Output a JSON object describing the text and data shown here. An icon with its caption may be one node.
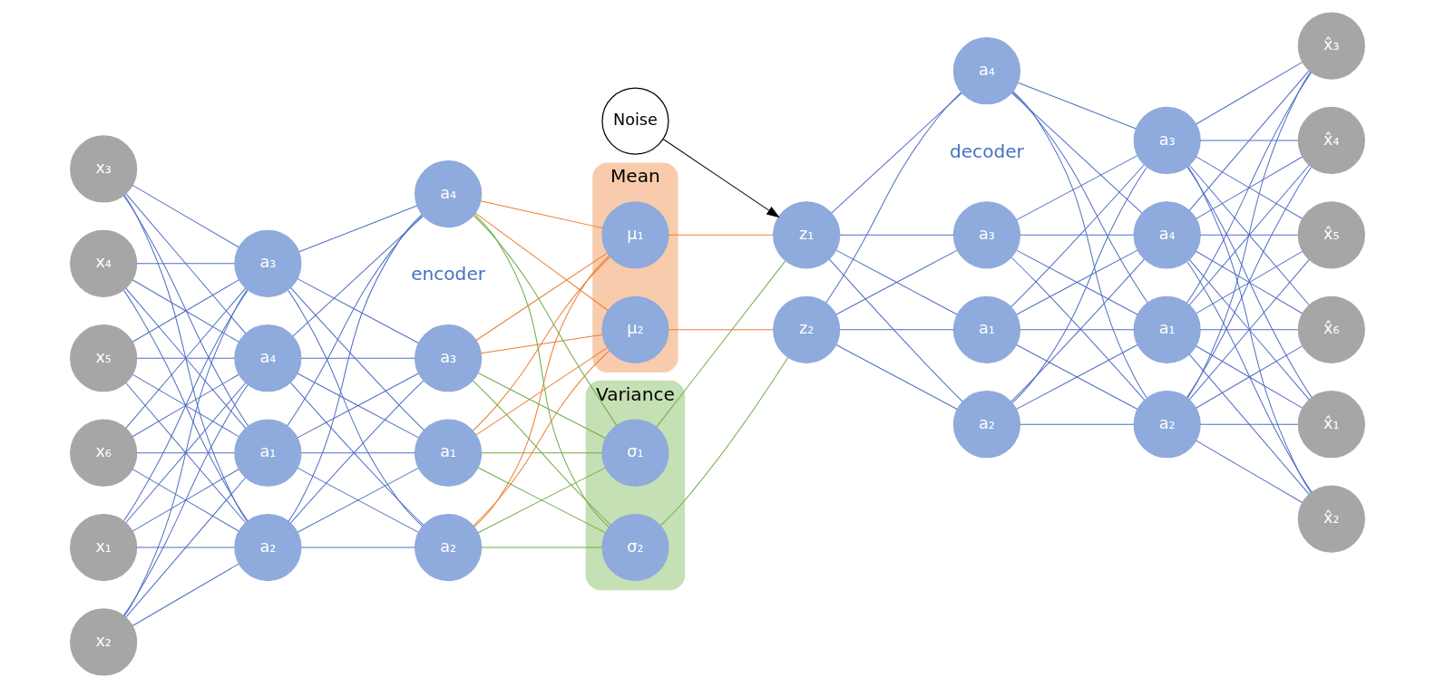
{
  "diagram": {
    "nodes": [
      {
        "text": [
          "x₁"
        ]
      },
      {
        "text": [
          "x₂"
        ]
      },
      {
        "text": [
          "x₃"
        ]
      },
      {
        "text": [
          "x₄"
        ]
      },
      {
        "text": [
          "x₅"
        ]
      },
      {
        "text": [
          "x₆"
        ]
      },
      {
        "text": [
          "a₁"
        ]
      },
      {
        "text": [
          "a₂"
        ]
      },
      {
        "text": [
          "a₃"
        ]
      },
      {
        "text": [
          "a₄"
        ]
      },
      {
        "text": [
          "a₁"
        ]
      },
      {
        "text": [
          "a₂"
        ]
      },
      {
        "text": [
          "a₃"
        ]
      },
      {
        "text": [
          "a₄"
        ]
      },
      {
        "text": [
          "Mean"
        ]
      },
      {
        "text": [
          "μ₁"
        ],
        "in": 14
      },
      {
        "text": [
          "μ₂"
        ],
        "in": 14
      },
      {
        "text": [
          "Variance"
        ]
      },
      {
        "text": [
          "σ₁"
        ],
        "in": 17
      },
      {
        "text": [
          "σ₂"
        ],
        "in": 17
      },
      {
        "text": [
          "Noise"
        ]
      },
      {
        "text": [
          "z₁"
        ]
      },
      {
        "text": [
          "z₂"
        ]
      },
      {
        "text": [
          "a₁"
        ]
      },
      {
        "text": [
          "a₂"
        ]
      },
      {
        "text": [
          "a₃"
        ]
      },
      {
        "text": [
          "a₄"
        ]
      },
      {
        "text": [
          "a₁"
        ]
      },
      {
        "text": [
          "a₂"
        ]
      },
      {
        "text": [
          "a₃"
        ]
      },
      {
        "text": [
          "a₄"
        ]
      },
      {
        "text": [
          "x̂₁"
        ]
      },
      {
        "text": [
          "x̂₂"
        ]
      },
      {
        "text": [
          "x̂₃"
        ]
      },
      {
        "text": [
          "x̂₄"
        ]
      },
      {
        "text": [
          "x̂₅"
        ]
      },
      {
        "text": [
          "x̂₆"
        ]
      }
    ],
    "edges": [
      {
        "from": 0,
        "to": 6,
        "arrow": "none"
      },
      {
        "from": 0,
        "to": 7,
        "arrow": "none"
      },
      {
        "from": 0,
        "to": 8,
        "arrow": "none"
      },
      {
        "from": 0,
        "to": 9,
        "arrow": "none"
      },
      {
        "from": 1,
        "to": 6,
        "arrow": "none"
      },
      {
        "from": 1,
        "to": 7,
        "arrow": "none"
      },
      {
        "from": 1,
        "to": 8,
        "arrow": "none"
      },
      {
        "from": 1,
        "to": 9,
        "arrow": "none"
      },
      {
        "from": 2,
        "to": 6,
        "arrow": "none"
      },
      {
        "from": 2,
        "to": 7,
        "arrow": "none"
      },
      {
        "from": 2,
        "to": 8,
        "arrow": "none"
      },
      {
        "from": 2,
        "to": 9,
        "arrow": "none"
      },
      {
        "from": 3,
        "to": 6,
        "arrow": "none"
      },
      {
        "from": 3,
        "to": 7,
        "arrow": "none"
      },
      {
        "from": 3,
        "to": 8,
        "arrow": "none"
      },
      {
        "from": 3,
        "to": 9,
        "arrow": "none"
      },
      {
        "from": 4,
        "to": 6,
        "arrow": "none"
      },
      {
        "from": 4,
        "to": 7,
        "arrow": "none"
      },
      {
        "from": 4,
        "to": 8,
        "arrow": "none"
      },
      {
        "from": 4,
        "to": 9,
        "arrow": "none"
      },
      {
        "from": 5,
        "to": 6,
        "arrow": "none"
      },
      {
        "from": 5,
        "to": 7,
        "arrow": "none"
      },
      {
        "from": 5,
        "to": 8,
        "arrow": "none"
      },
      {
        "from": 5,
        "to": 9,
        "arrow": "none"
      },
      {
        "from": 6,
        "to": 10,
        "arrow": "none"
      },
      {
        "from": 6,
        "to": 11,
        "arrow": "none"
      },
      {
        "from": 6,
        "to": 12,
        "arrow": "none"
      },
      {
        "from": 6,
        "to": 13,
        "arrow": "none"
      },
      {
        "from": 7,
        "to": 10,
        "arrow": "none"
      },
      {
        "from": 7,
        "to": 11,
        "arrow": "none"
      },
      {
        "from": 7,
        "to": 12,
        "arrow": "none"
      },
      {
        "from": 7,
        "to": 13,
        "arrow": "none"
      },
      {
        "from": 8,
        "to": 10,
        "arrow": "none"
      },
      {
        "from": 8,
        "to": 11,
        "arrow": "none"
      },
      {
        "from": 8,
        "to": 12,
        "arrow": "none"
      },
      {
        "from": 8,
        "to": 13,
        "arrow": "none"
      },
      {
        "from": 9,
        "to": 10,
        "arrow": "none"
      },
      {
        "from": 9,
        "to": 11,
        "arrow": "none"
      },
      {
        "from": 9,
        "to": 12,
        "arrow": "none"
      },
      {
        "from": 9,
        "to": 13,
        "arrow": "none"
      },
      {
        "from": 10,
        "to": 15,
        "arrow": "none",
        "color": "#ed7d31"
      },
      {
        "from": 10,
        "to": 16,
        "arrow": "none",
        "color": "#ed7d31"
      },
      {
        "from": 10,
        "to": 18,
        "arrow": "none",
        "color": "#70ad47"
      },
      {
        "from": 10,
        "to": 19,
        "arrow": "none",
        "color": "#70ad47"
      },
      {
        "from": 11,
        "to": 15,
        "arrow": "none",
        "color": "#ed7d31"
      },
      {
        "from": 11,
        "to": 16,
        "arrow": "none",
        "color": "#ed7d31"
      },
      {
        "from": 11,
        "to": 18,
        "arrow": "none",
        "color": "#70ad47"
      },
      {
        "from": 11,
        "to": 19,
        "arrow": "none",
        "color": "#70ad47"
      },
      {
        "from": 12,
        "to": 15,
        "arrow": "none",
        "color": "#ed7d31"
      },
      {
        "from": 12,
        "to": 16,
        "arrow": "none",
        "color": "#ed7d31"
      },
      {
        "from": 12,
        "to": 18,
        "arrow": "none",
        "color": "#70ad47"
      },
      {
        "from": 12,
        "to": 19,
        "arrow": "none",
        "color": "#70ad47"
      },
      {
        "from": 13,
        "to": 15,
        "arrow": "none",
        "color": "#ed7d31"
      },
      {
        "from": 13,
        "to": 16,
        "arrow": "none",
        "color": "#ed7d31"
      },
      {
        "from": 13,
        "to": 18,
        "arrow": "none",
        "color": "#70ad47"
      },
      {
        "from": 13,
        "to": 19,
        "arrow": "none",
        "color": "#70ad47"
      },
      {
        "from": 15,
        "to": 21,
        "arrow": "none",
        "color": "#ed7d31"
      },
      {
        "from": 16,
        "to": 22,
        "arrow": "none",
        "color": "#ed7d31"
      },
      {
        "from": 18,
        "to": 21,
        "arrow": "none",
        "color": "#70ad47"
      },
      {
        "from": 19,
        "to": 22,
        "arrow": "none",
        "color": "#70ad47"
      },
      {
        "from": 20,
        "to": 21,
        "arrow": "to",
        "color": "#000000"
      },
      {
        "from": 21,
        "to": 23,
        "arrow": "none"
      },
      {
        "from": 21,
        "to": 24,
        "arrow": "none"
      },
      {
        "from": 21,
        "to": 25,
        "arrow": "none"
      },
      {
        "from": 21,
        "to": 26,
        "arrow": "none"
      },
      {
        "from": 22,
        "to": 23,
        "arrow": "none"
      },
      {
        "from": 22,
        "to": 24,
        "arrow": "none"
      },
      {
        "from": 22,
        "to": 25,
        "arrow": "none"
      },
      {
        "from": 22,
        "to": 26,
        "arrow": "none"
      },
      {
        "from": 23,
        "to": 27,
        "arrow": "none"
      },
      {
        "from": 23,
        "to": 28,
        "arrow": "none"
      },
      {
        "from": 23,
        "to": 29,
        "arrow": "none"
      },
      {
        "from": 23,
        "to": 30,
        "arrow": "none"
      },
      {
        "from": 24,
        "to": 27,
        "arrow": "none"
      },
      {
        "from": 24,
        "to": 28,
        "arrow": "none"
      },
      {
        "from": 24,
        "to": 29,
        "arrow": "none"
      },
      {
        "from": 24,
        "to": 30,
        "arrow": "none"
      },
      {
        "from": 25,
        "to": 27,
        "arrow": "none"
      },
      {
        "from": 25,
        "to": 28,
        "arrow": "none"
      },
      {
        "from": 25,
        "to": 29,
        "arrow": "none"
      },
      {
        "from": 25,
        "to": 30,
        "arrow": "none"
      },
      {
        "from": 26,
        "to": 27,
        "arrow": "none"
      },
      {
        "from": 26,
        "to": 28,
        "arrow": "none"
      },
      {
        "from": 26,
        "to": 29,
        "arrow": "none"
      },
      {
        "from": 26,
        "to": 30,
        "arrow": "none"
      },
      {
        "from": 27,
        "to": 31,
        "arrow": "none"
      },
      {
        "from": 27,
        "to": 32,
        "arrow": "none"
      },
      {
        "from": 27,
        "to": 33,
        "arrow": "none"
      },
      {
        "from": 27,
        "to": 34,
        "arrow": "none"
      },
      {
        "from": 27,
        "to": 35,
        "arrow": "none"
      },
      {
        "from": 27,
        "to": 36,
        "arrow": "none"
      },
      {
        "from": 28,
        "to": 31,
        "arrow": "none"
      },
      {
        "from": 28,
        "to": 32,
        "arrow": "none"
      },
      {
        "from": 28,
        "to": 33,
        "arrow": "none"
      },
      {
        "from": 28,
        "to": 34,
        "arrow": "none"
      },
      {
        "from": 28,
        "to": 35,
        "arrow": "none"
      },
      {
        "from": 28,
        "to": 36,
        "arrow": "none"
      },
      {
        "from": 29,
        "to": 31,
        "arrow": "none"
      },
      {
        "from": 29,
        "to": 32,
        "arrow": "none"
      },
      {
        "from": 29,
        "to": 33,
        "arrow": "none"
      },
      {
        "from": 29,
        "to": 34,
        "arrow": "none"
      },
      {
        "from": 29,
        "to": 35,
        "arrow": "none"
      },
      {
        "from": 29,
        "to": 36,
        "arrow": "none"
      },
      {
        "from": 30,
        "to": 31,
        "arrow": "none"
      },
      {
        "from": 30,
        "to": 32,
        "arrow": "none"
      },
      {
        "from": 30,
        "to": 33,
        "arrow": "none"
      },
      {
        "from": 30,
        "to": 34,
        "arrow": "none"
      },
      {
        "from": 30,
        "to": 35,
        "arrow": "none"
      },
      {
        "from": 30,
        "to": 36,
        "arrow": "none"
      }
    ],
    "labels": [
      "encoder",
      "decoder"
    ]
  }
}
